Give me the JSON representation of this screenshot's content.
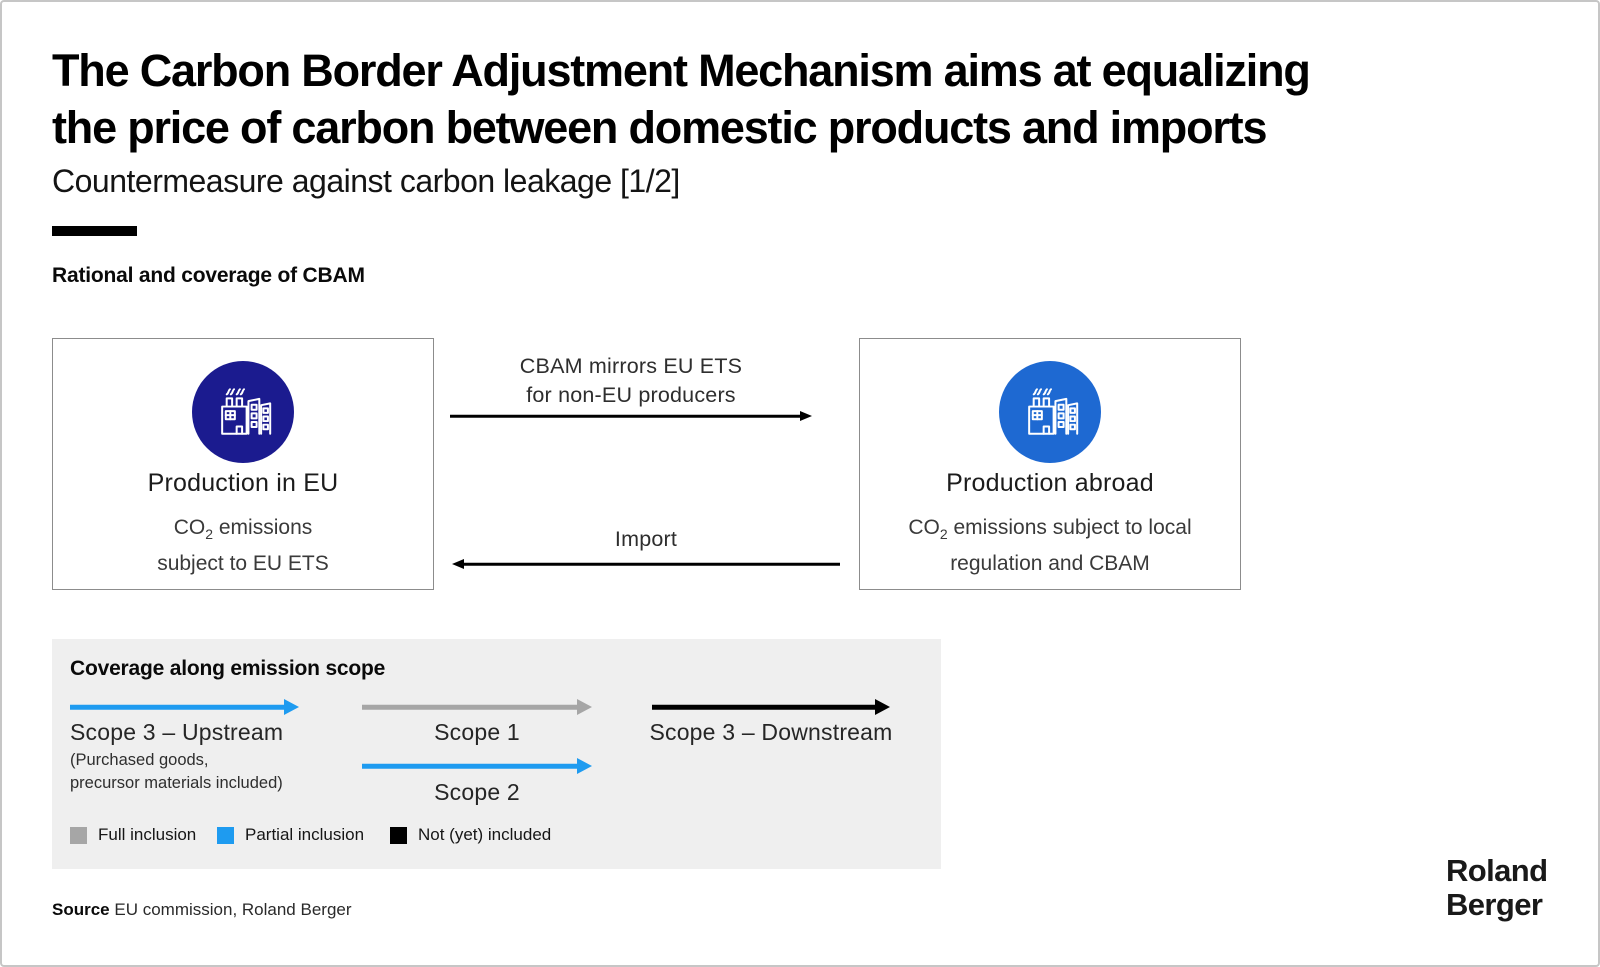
{
  "colors": {
    "navy": "#1b1b8f",
    "blue": "#1e69d2",
    "azure": "#1e9bf0",
    "gray": "#a6a6a6",
    "black": "#000000",
    "panel_bg": "#efefef"
  },
  "header": {
    "title_line1": "The Carbon Border Adjustment Mechanism aims at equalizing",
    "title_line2": "the price of carbon between domestic products and imports",
    "subtitle": "Countermeasure against carbon leakage [1/2]"
  },
  "section": {
    "heading": "Rational and coverage of CBAM"
  },
  "flow": {
    "left_box": {
      "title": "Production in EU",
      "desc_prefix": "CO",
      "desc_sub": "2",
      "desc_suffix": " emissions subject to EU ETS",
      "icon": "factory-icon"
    },
    "right_box": {
      "title": "Production abroad",
      "desc_prefix": "CO",
      "desc_sub": "2",
      "desc_suffix": " emissions subject to local regulation and CBAM",
      "icon": "factory-icon"
    },
    "top_arrow": {
      "label_line1": "CBAM mirrors EU ETS",
      "label_line2": "for non-EU producers",
      "direction": "right"
    },
    "bottom_arrow": {
      "label": "Import",
      "direction": "left"
    }
  },
  "panel": {
    "heading": "Coverage along emission scope",
    "scopes": [
      {
        "label": "Scope 3 – Upstream",
        "note_line1": "(Purchased goods,",
        "note_line2": "precursor materials included)",
        "color": "#1e9bf0"
      },
      {
        "label": "Scope 1",
        "color": "#a6a6a6"
      },
      {
        "label": "Scope 3 – Downstream",
        "color": "#000000"
      },
      {
        "label": "Scope 2",
        "color": "#1e9bf0"
      }
    ],
    "legend": [
      {
        "label": "Full inclusion",
        "color": "#a6a6a6"
      },
      {
        "label": "Partial inclusion",
        "color": "#1e9bf0"
      },
      {
        "label": "Not (yet) included",
        "color": "#000000"
      }
    ]
  },
  "footer": {
    "source_label": "Source",
    "source_text": " EU commission, Roland Berger",
    "logo_line1": "Roland",
    "logo_line2": "Berger"
  }
}
